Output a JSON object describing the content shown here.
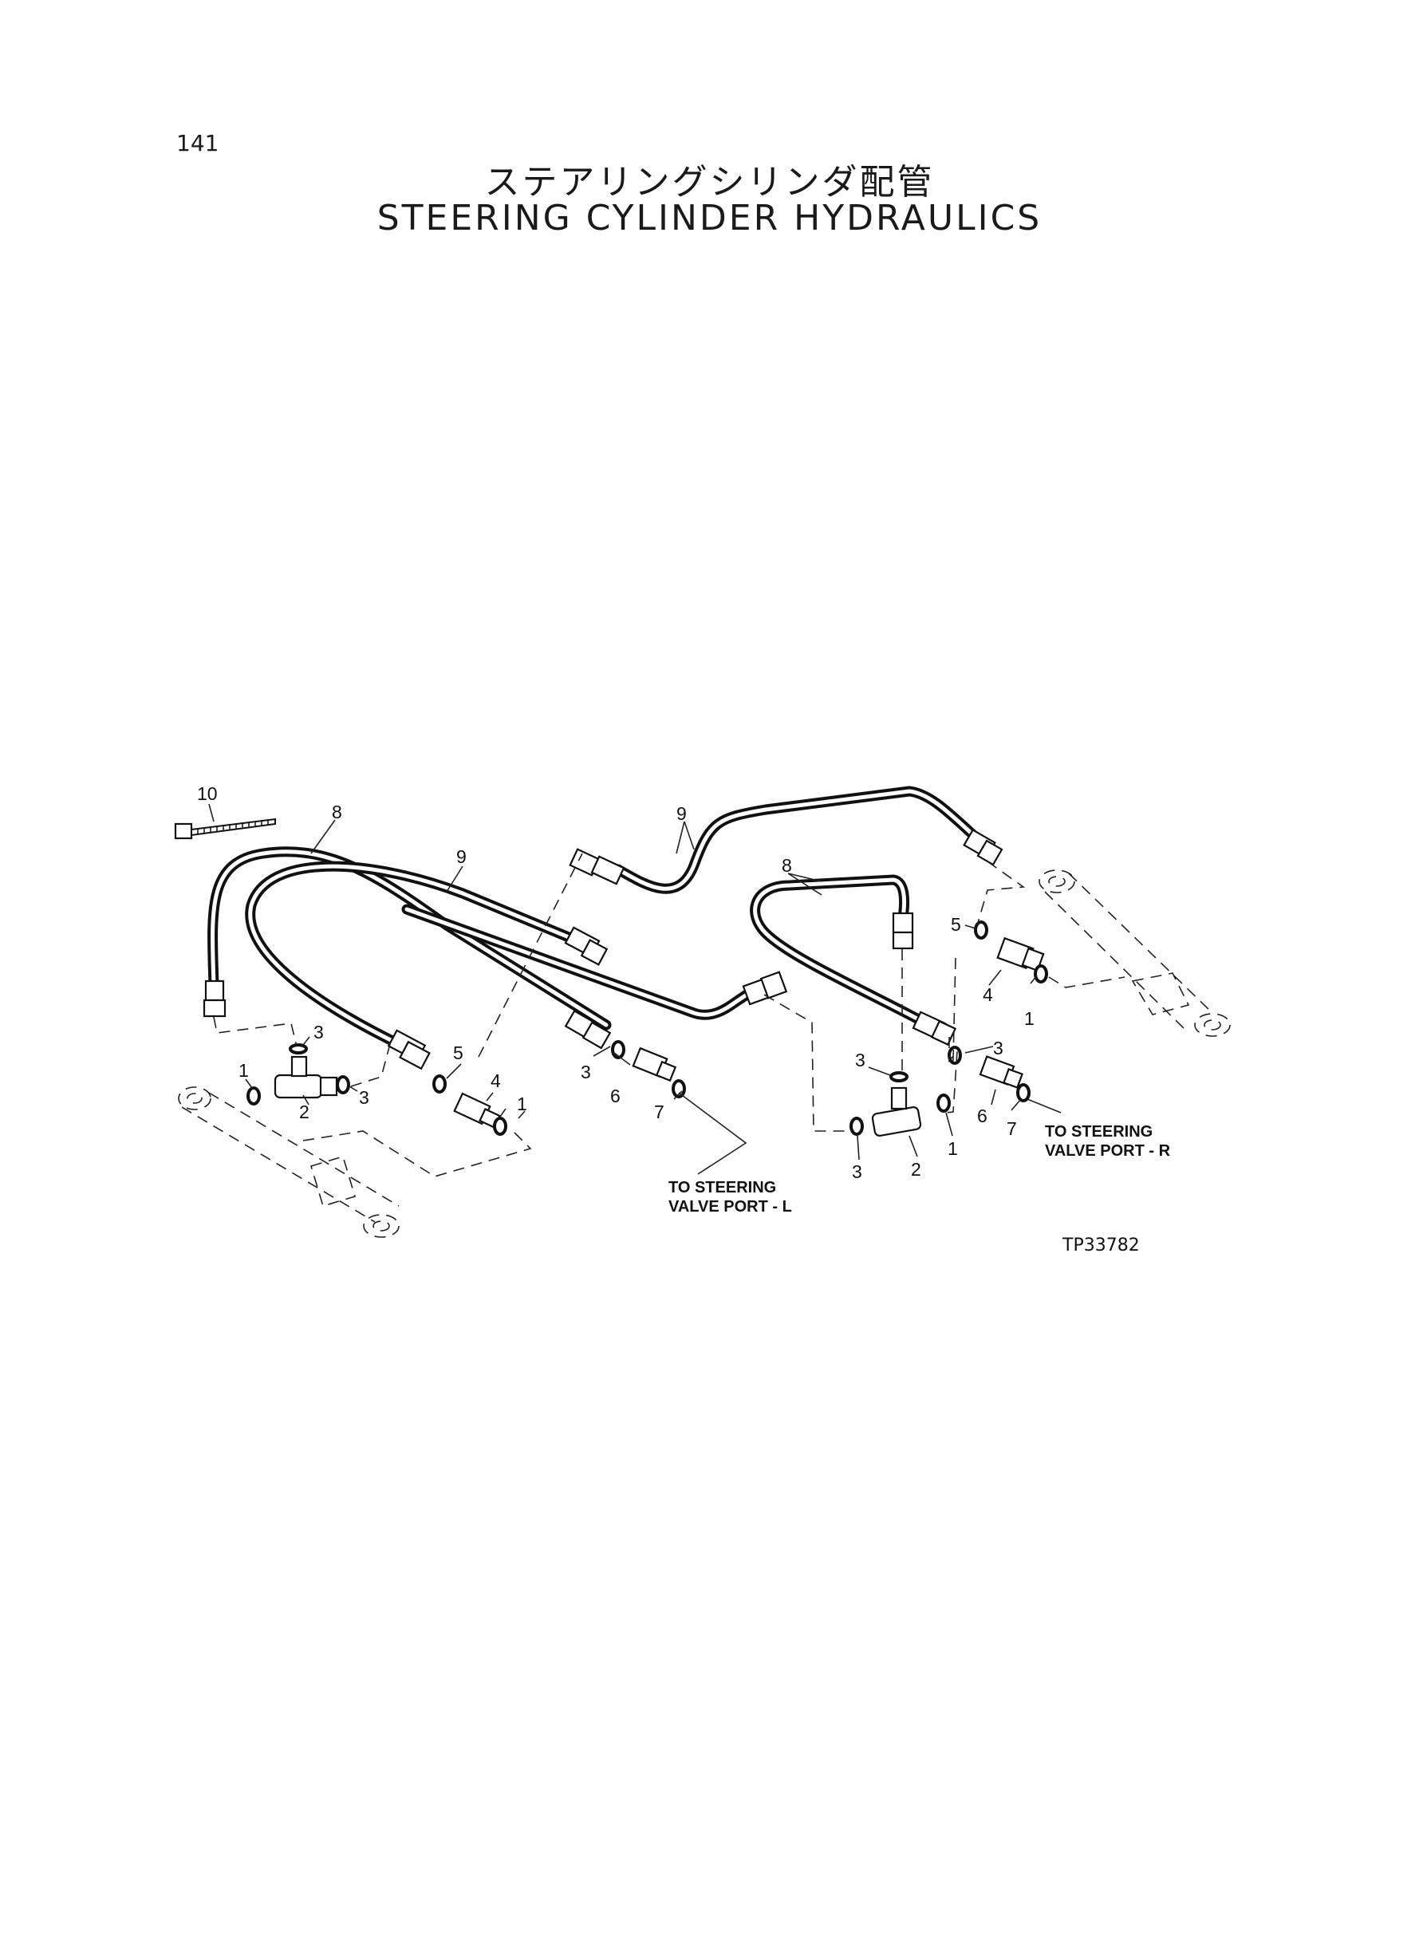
{
  "page": {
    "number": "141",
    "title_ja": "ステアリングシリンダ配管",
    "title_en": "STEERING CYLINDER HYDRAULICS",
    "figure_ref": "TP33782"
  },
  "routing": {
    "left_line1": "TO STEERING",
    "left_line2": "VALVE PORT - L",
    "right_line1": "TO STEERING",
    "right_line2": "VALVE PORT - R"
  },
  "callouts": {
    "n1": "1",
    "n2": "2",
    "n3": "3",
    "n4": "4",
    "n5": "5",
    "n6": "6",
    "n7": "7",
    "n8": "8",
    "n9": "9",
    "n10": "10"
  }
}
